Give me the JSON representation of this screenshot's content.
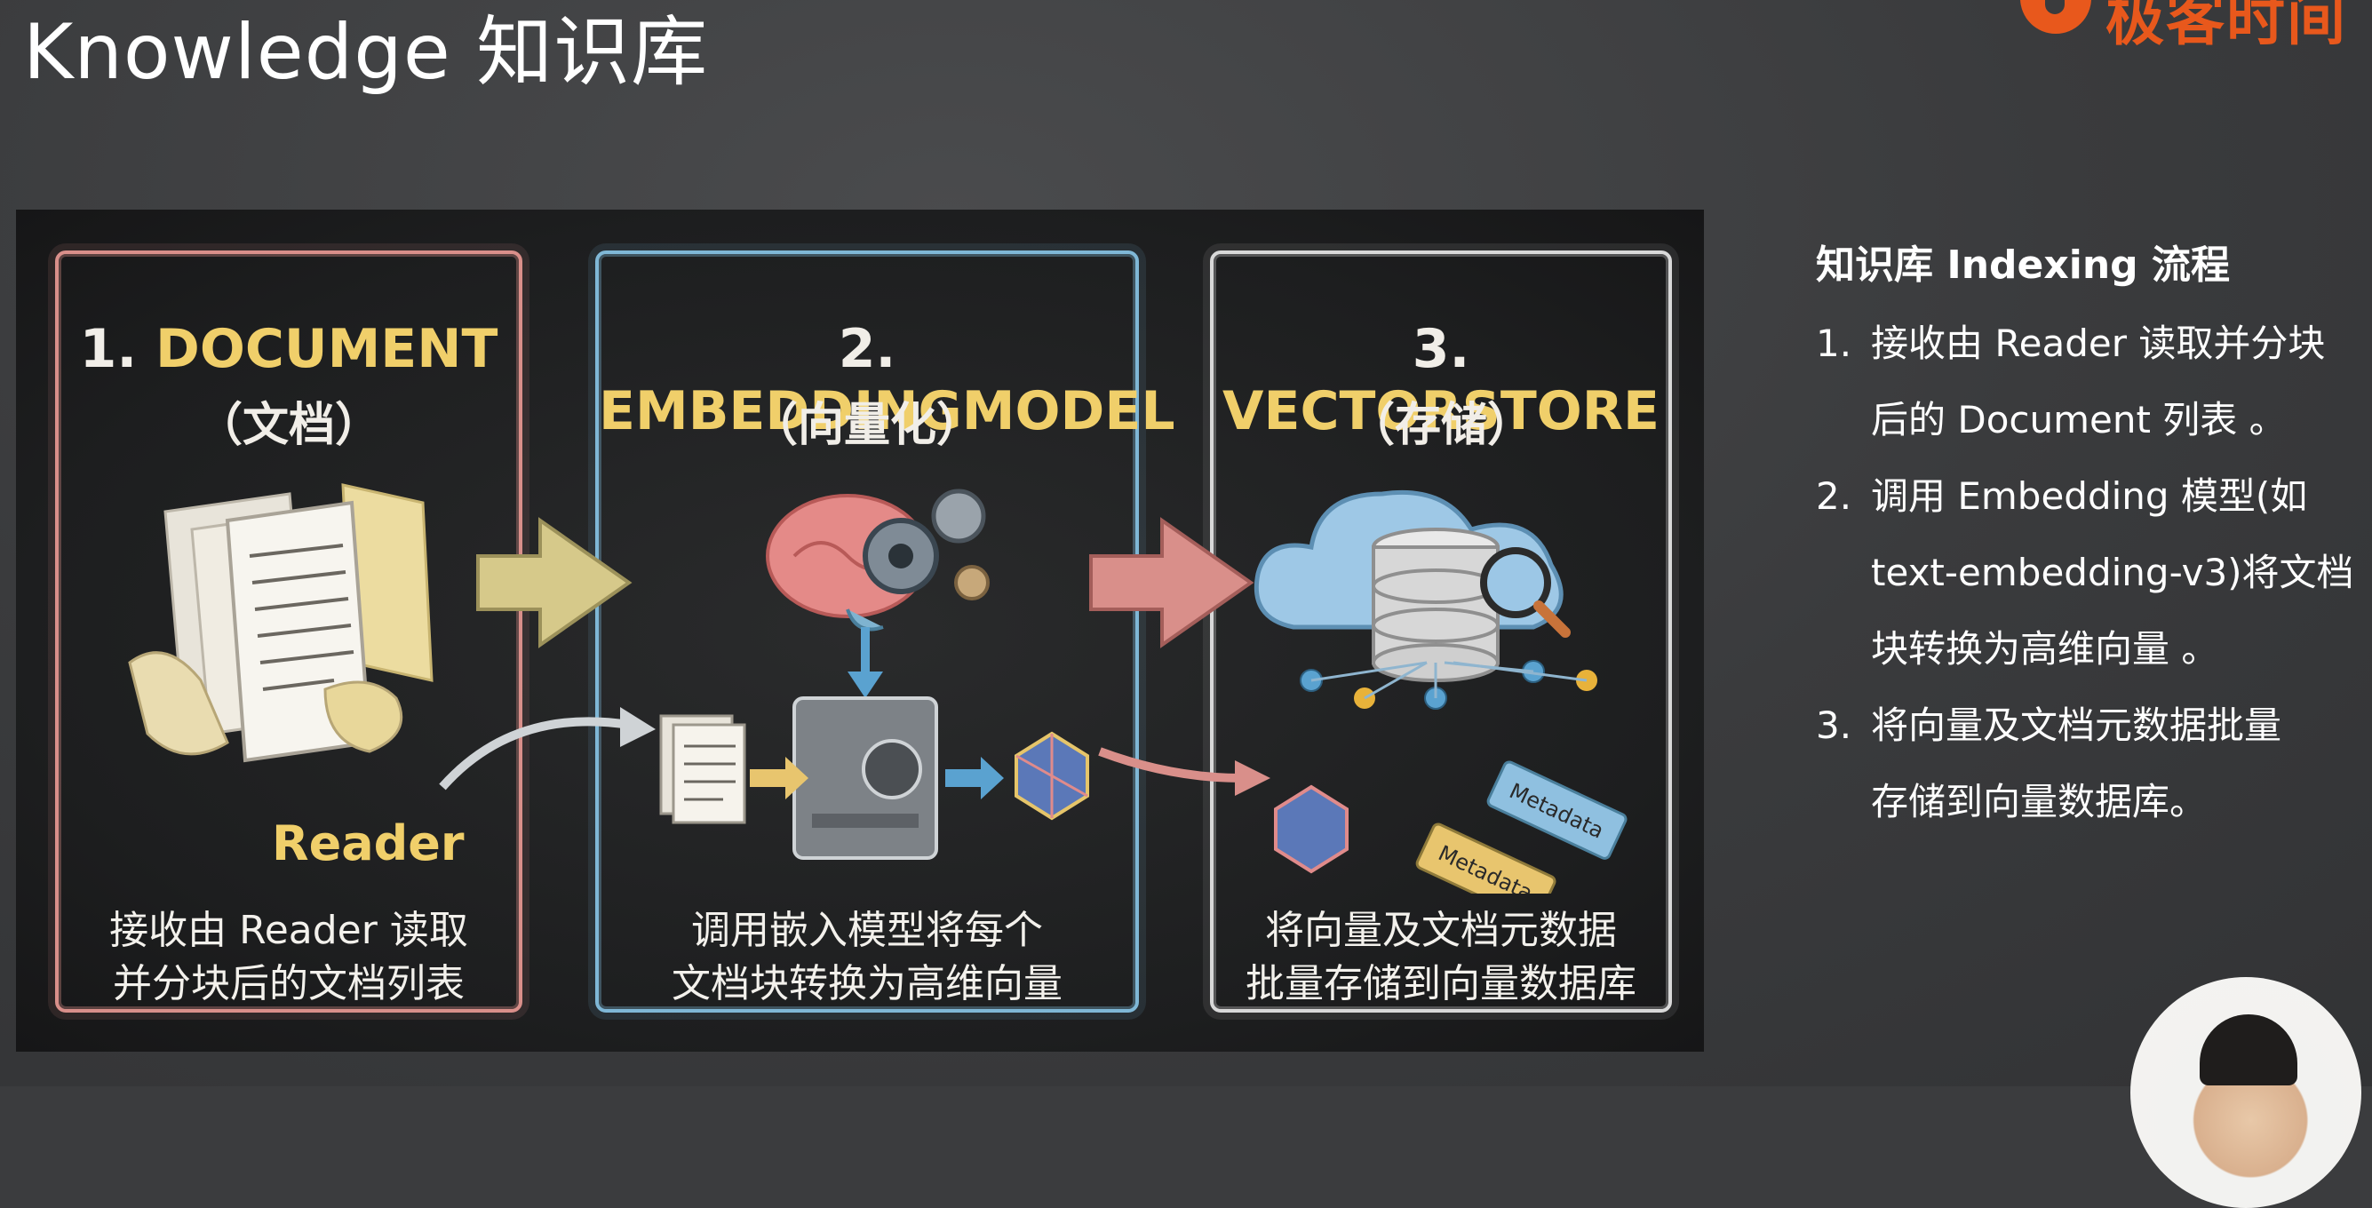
{
  "slide": {
    "title": "Knowledge 知识库",
    "brand_text": "极客时间"
  },
  "board": {
    "panels": [
      {
        "number": "1.",
        "name": "DOCUMENT",
        "subtitle": "（文档）",
        "extra_label": "Reader",
        "description_lines": [
          "接收由 Reader 读取",
          "并分块后的文档列表"
        ]
      },
      {
        "number": "2.",
        "name": "EMBEDDINGMODEL",
        "subtitle": "（向量化）",
        "description_lines": [
          "调用嵌入模型将每个",
          "文档块转换为高维向量"
        ]
      },
      {
        "number": "3.",
        "name": "VECTORSTORE",
        "subtitle": "（存储）",
        "description_lines": [
          "将向量及文档元数据",
          "批量存储到向量数据库"
        ]
      }
    ],
    "tags": [
      "Metadata",
      "Metadata"
    ]
  },
  "sidebar": {
    "title": "知识库 Indexing 流程",
    "items": [
      {
        "num": "1.",
        "lines": [
          "接收由 Reader 读取并分块",
          "后的 Document 列表 。"
        ]
      },
      {
        "num": "2.",
        "lines": [
          "调用 Embedding 模型(如",
          "text-embedding-v3)将文档",
          "块转换为高维向量 。"
        ]
      },
      {
        "num": "3.",
        "lines": [
          " 将向量及文档元数据批量",
          "存储到向量数据库。"
        ]
      }
    ]
  },
  "colors": {
    "panel1": "#d98f8a",
    "panel2": "#7fb7d6",
    "panel3": "#d8d8d8",
    "heading": "#f0cf6a",
    "brand": "#e8581c"
  }
}
